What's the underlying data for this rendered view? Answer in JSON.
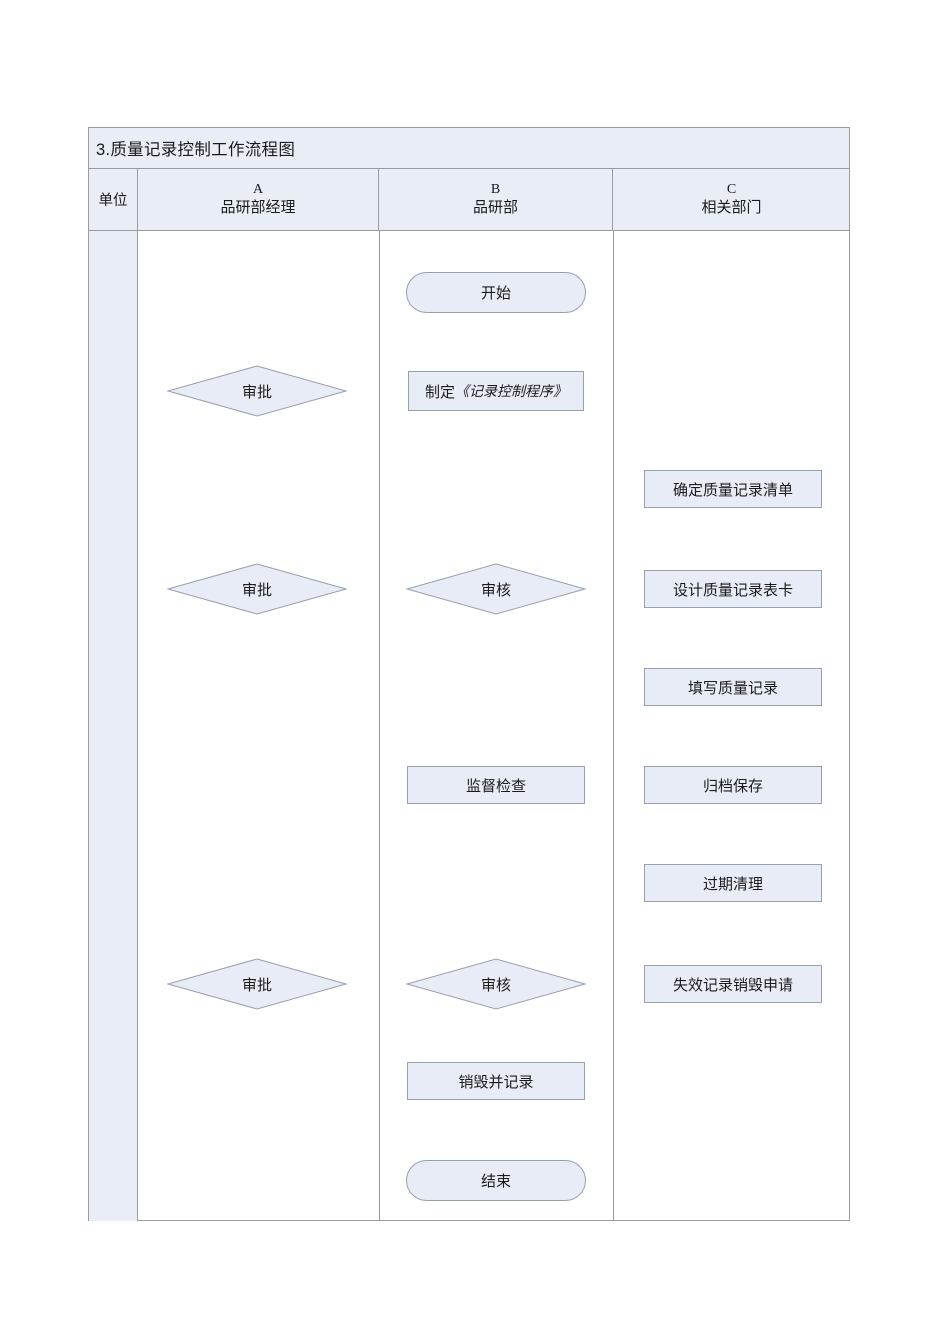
{
  "document": {
    "title": "3.质量记录控制工作流程图"
  },
  "table": {
    "unit_header": "单位",
    "columns": [
      {
        "letter": "A",
        "name": "品研部经理"
      },
      {
        "letter": "B",
        "name": "品研部"
      },
      {
        "letter": "C",
        "name": "相关部门"
      }
    ]
  },
  "flow": {
    "nodes": {
      "start": {
        "label": "开始",
        "type": "terminator",
        "lane": "B"
      },
      "make_procedure": {
        "label_prefix": "制定",
        "label_quoted": "《记录控制程序》",
        "type": "process",
        "lane": "B"
      },
      "approve1": {
        "label": "审批",
        "type": "decision",
        "lane": "A"
      },
      "confirm_list": {
        "label": "确定质量记录清单",
        "type": "process",
        "lane": "C"
      },
      "approve2": {
        "label": "审批",
        "type": "decision",
        "lane": "A"
      },
      "review1": {
        "label": "审核",
        "type": "decision",
        "lane": "B"
      },
      "design_form": {
        "label": "设计质量记录表卡",
        "type": "process",
        "lane": "C"
      },
      "fill_record": {
        "label": "填写质量记录",
        "type": "process",
        "lane": "C"
      },
      "supervise": {
        "label": "监督检查",
        "type": "process",
        "lane": "B"
      },
      "archive": {
        "label": "归档保存",
        "type": "process",
        "lane": "C"
      },
      "expire_clean": {
        "label": "过期清理",
        "type": "process",
        "lane": "C"
      },
      "approve3": {
        "label": "审批",
        "type": "decision",
        "lane": "A"
      },
      "review2": {
        "label": "审核",
        "type": "decision",
        "lane": "B"
      },
      "destroy_request": {
        "label": "失效记录销毁申请",
        "type": "process",
        "lane": "C"
      },
      "destroy_record": {
        "label": "销毁并记录",
        "type": "process",
        "lane": "B"
      },
      "end": {
        "label": "结束",
        "type": "terminator",
        "lane": "B"
      }
    },
    "edges": [
      {
        "from": "start",
        "to": "make_procedure",
        "direction": "down"
      },
      {
        "from": "make_procedure",
        "to": "approve1",
        "direction": "left"
      },
      {
        "from": "approve1",
        "to": "confirm_list",
        "direction": "down-right"
      },
      {
        "from": "confirm_list",
        "to": "design_form",
        "direction": "down"
      },
      {
        "from": "design_form",
        "to": "review1",
        "direction": "left"
      },
      {
        "from": "review1",
        "to": "approve2",
        "direction": "left"
      },
      {
        "from": "approve2",
        "to": "fill_record",
        "direction": "down-right"
      },
      {
        "from": "supervise",
        "to": "archive",
        "direction": "right"
      },
      {
        "from": "archive",
        "to": "expire_clean",
        "direction": "down"
      },
      {
        "from": "expire_clean",
        "to": "destroy_request",
        "direction": "down"
      },
      {
        "from": "destroy_request",
        "to": "review2",
        "direction": "left"
      },
      {
        "from": "review2",
        "to": "approve3",
        "direction": "left"
      },
      {
        "from": "approve3",
        "to": "destroy_record",
        "direction": "down-right"
      },
      {
        "from": "destroy_record",
        "to": "end",
        "direction": "down"
      }
    ]
  },
  "colors": {
    "shape_fill": "#e8ecf6",
    "shape_border": "#97a0ad",
    "header_fill": "#e9edf6",
    "table_border": "#9b9b9b",
    "connector": "#8fa2c4",
    "arrow": "#4a6fae",
    "text": "#1b1b1b"
  }
}
